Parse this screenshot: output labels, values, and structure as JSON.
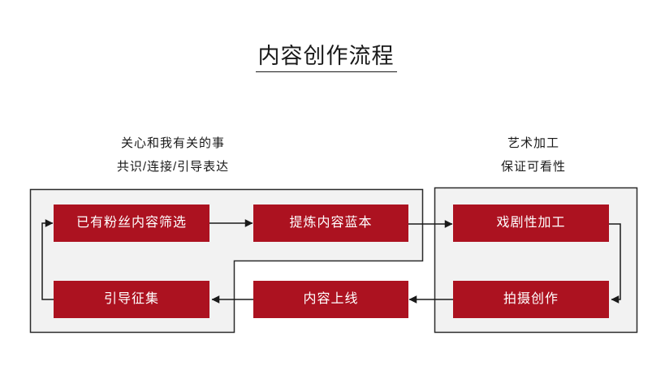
{
  "title": "内容创作流程",
  "notes": {
    "left_line1": "关心和我有关的事",
    "left_line2": "共识/连接/引导表达",
    "right_line1": "艺术加工",
    "right_line2": "保证可看性"
  },
  "flow": {
    "nodes": [
      {
        "id": "existing-fan-content-screening",
        "label": "已有粉丝内容筛选"
      },
      {
        "id": "refine-content-blueprint",
        "label": "提炼内容蓝本"
      },
      {
        "id": "dramatic-processing",
        "label": "戏剧性加工"
      },
      {
        "id": "shooting-creation",
        "label": "拍摄创作"
      },
      {
        "id": "content-launch",
        "label": "内容上线"
      },
      {
        "id": "guided-collection",
        "label": "引导征集"
      }
    ],
    "edges": [
      {
        "from": "已有粉丝内容筛选",
        "to": "提炼内容蓝本"
      },
      {
        "from": "提炼内容蓝本",
        "to": "戏剧性加工"
      },
      {
        "from": "戏剧性加工",
        "to": "拍摄创作"
      },
      {
        "from": "拍摄创作",
        "to": "内容上线"
      },
      {
        "from": "内容上线",
        "to": "引导征集"
      },
      {
        "from": "引导征集",
        "to": "已有粉丝内容筛选"
      }
    ]
  },
  "colors": {
    "node_fill": "#AC1220",
    "node_text": "#FFFFFF",
    "group_fill": "#F2F2F2",
    "group_border": "#2B2B2B",
    "connector": "#1A1A1A",
    "title_text": "#1A1A1A"
  }
}
